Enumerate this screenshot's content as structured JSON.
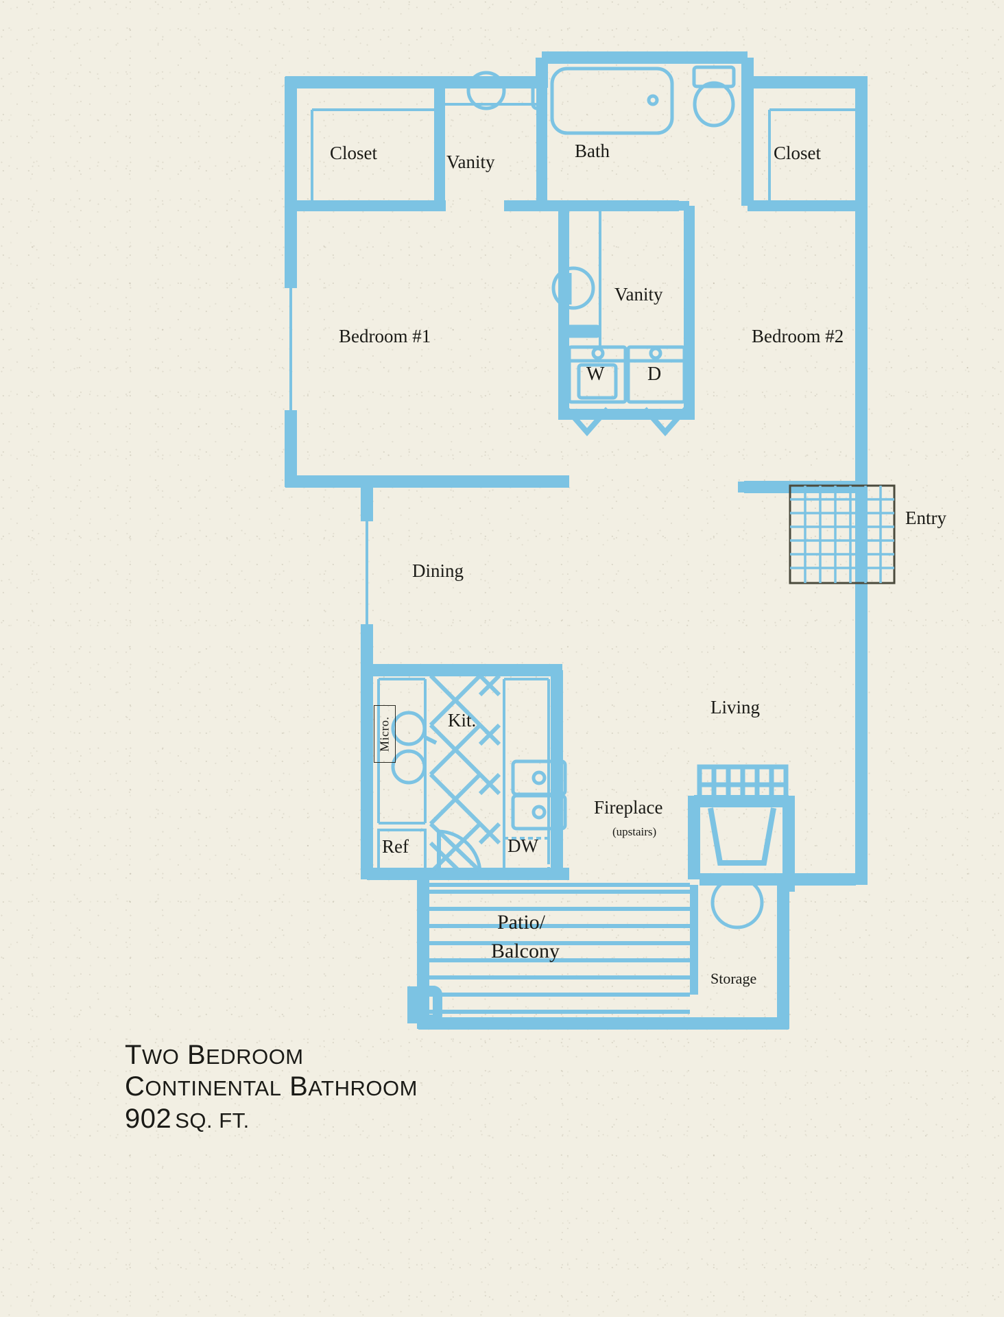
{
  "meta": {
    "domain": "floor-plan-document",
    "colors": {
      "wall": "#7cc3e3",
      "paper": "#f2efe3",
      "ink": "#1a1a16"
    }
  },
  "title_block": {
    "line1": "Two Bedroom",
    "line2": "Continental Bathroom",
    "area_number": "902",
    "area_units": "sq. ft."
  },
  "rooms": {
    "closet_left": "Closet",
    "vanity_top": "Vanity",
    "bath": "Bath",
    "closet_right": "Closet",
    "bedroom_1": "Bedroom #1",
    "bedroom_2": "Bedroom #2",
    "vanity_center": "Vanity",
    "washer": "W",
    "dryer": "D",
    "entry": "Entry",
    "dining": "Dining",
    "living": "Living",
    "kitchen": "Kit.",
    "micro": "Micro.",
    "ref": "Ref",
    "dw": "DW",
    "fireplace": "Fireplace",
    "fireplace_note": "(upstairs)",
    "patio_line1": "Patio/",
    "patio_line2": "Balcony",
    "storage": "Storage"
  },
  "fixtures": {
    "bathtub": "bathtub",
    "toilet": "toilet",
    "sink_vanity_top": "sink",
    "sink_vanity_center": "sink",
    "kitchen_sink": "double-sink",
    "stove": "stove-two-burner",
    "entry_tile": "tile-floor",
    "fireplace_hearth": "brick-hearth",
    "deck_planks": "deck-planking"
  }
}
